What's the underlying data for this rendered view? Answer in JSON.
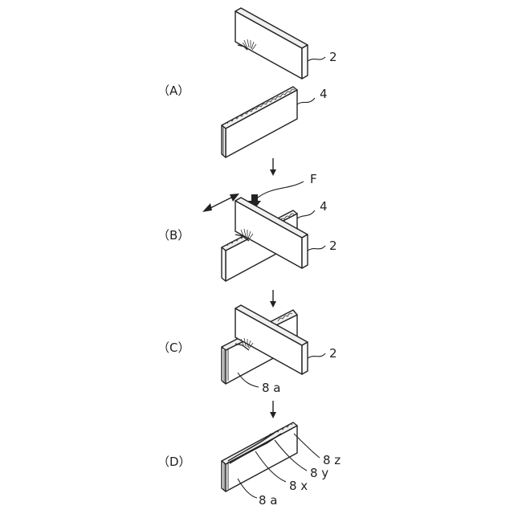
{
  "steps": {
    "a": {
      "label": "（A）"
    },
    "b": {
      "label": "（B）"
    },
    "c": {
      "label": "（C）"
    },
    "d": {
      "label": "（D）"
    }
  },
  "labels": {
    "block_a": "2",
    "panel_a": "4",
    "force": "F",
    "panel_b": "4",
    "block_b": "2",
    "block_c": "2",
    "layer_c": "8 a",
    "layer_d_z": "8 z",
    "layer_d_y": "8 y",
    "layer_d_x": "8 x",
    "layer_d_a": "8 a"
  }
}
